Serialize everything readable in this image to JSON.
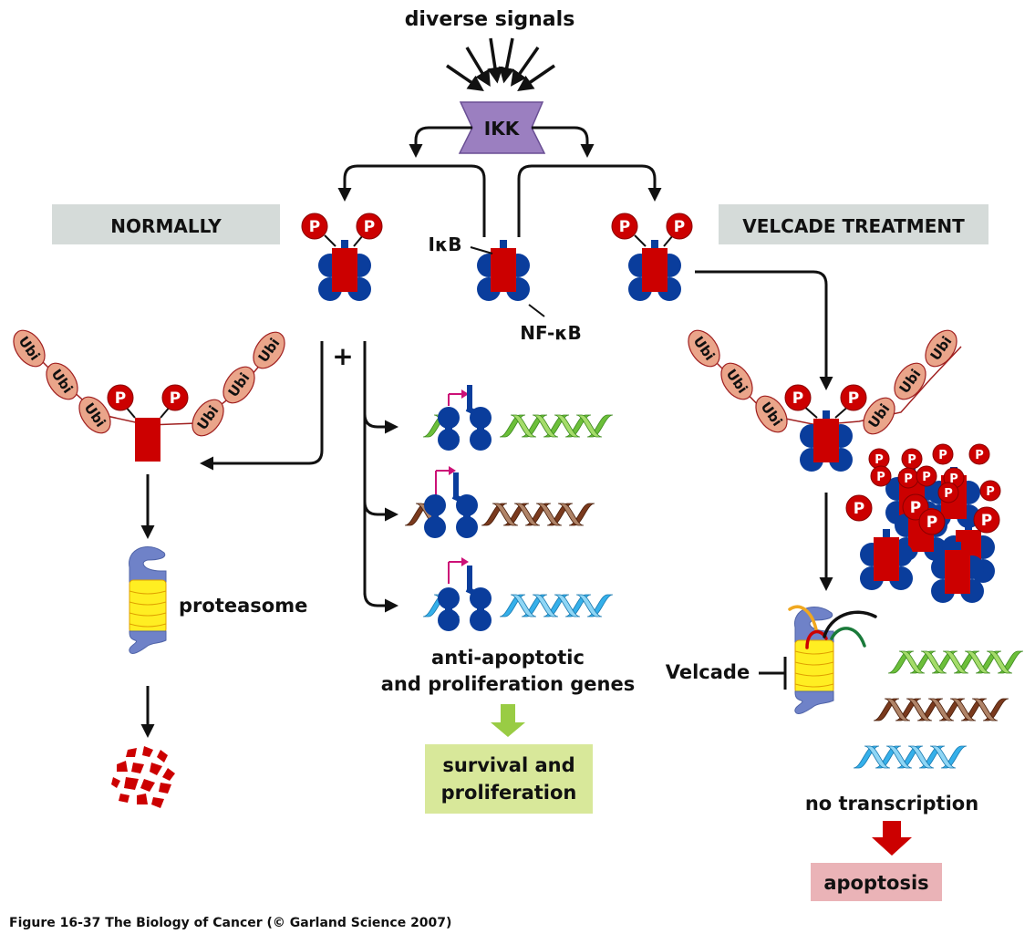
{
  "title": "diverse signals",
  "kinase": "IKK",
  "labels": {
    "normally": "NORMALLY",
    "velcade_treatment": "VELCADE TREATMENT",
    "ikb": "IκB",
    "nfkb": "NF-κB",
    "plus": "+",
    "phospho": "P",
    "ubiquitin": "Ubi",
    "proteasome": "proteasome",
    "genes_line1": "anti-apoptotic",
    "genes_line2": "and proliferation genes",
    "survival_line1": "survival and",
    "survival_line2": "proliferation",
    "velcade": "Velcade",
    "no_transcription": "no transcription",
    "apoptosis": "apoptosis"
  },
  "caption": "Figure 16-37  The Biology of Cancer (© Garland Science 2007)",
  "colors": {
    "ikk": "#9b7fc0",
    "ikb": "#cc0000",
    "nfkb": "#0a3d9c",
    "phospho": "#cc0000",
    "ubiquitin": "#eaa58a",
    "proteasome_cap": "#6f82c8",
    "proteasome_core": "#ffee22",
    "dna_green": "#6cbf3a",
    "dna_brown": "#7a3a1e",
    "dna_blue": "#35b0ea",
    "promoter_arrow": "#cc1177",
    "section_box": "#d5dbd9",
    "survival_box": "#d8e89a",
    "survival_arrow": "#99cc44",
    "apoptosis_box": "#eab3b7",
    "apoptosis_arrow": "#cc0000"
  }
}
